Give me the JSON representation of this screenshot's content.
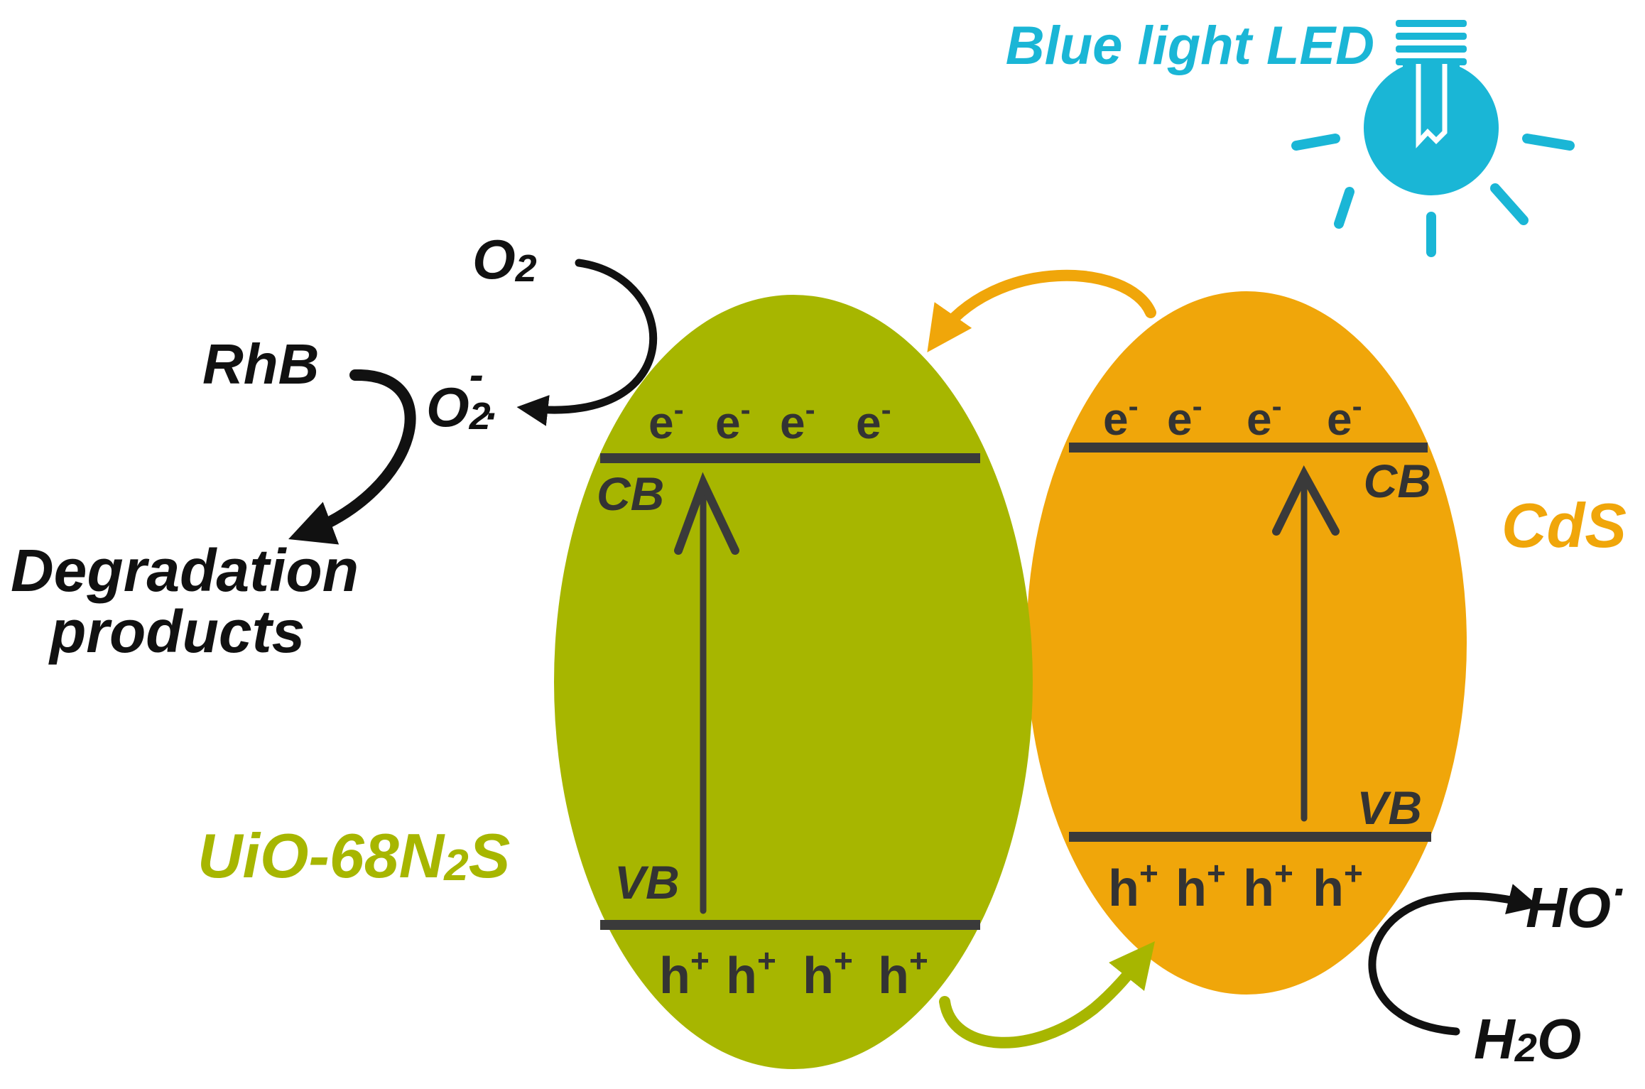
{
  "light": {
    "label": "Blue light LED",
    "color": "#1ab6d6",
    "icon": "light-bulb-icon"
  },
  "uio": {
    "name_main": "UiO-68N",
    "name_sub": "2",
    "name_end": "S",
    "color": "#a7b600",
    "cb_label": "CB",
    "vb_label": "VB",
    "electrons": [
      "e",
      "e",
      "e",
      "e"
    ],
    "holes": [
      "h",
      "h",
      "h",
      "h"
    ]
  },
  "cds": {
    "name": "CdS",
    "color": "#f0a60a",
    "cb_label": "CB",
    "vb_label": "VB",
    "electrons": [
      "e",
      "e",
      "e",
      "e"
    ],
    "holes": [
      "h",
      "h",
      "h",
      "h"
    ]
  },
  "charges": {
    "electron_sign": "-",
    "hole_sign": "+"
  },
  "reactions": {
    "o2_main": "O",
    "o2_sub": "2",
    "superoxide_main": "O",
    "superoxide_sub": "2",
    "superoxide_sup": "-",
    "superoxide_dot": "·",
    "rhb": "RhB",
    "degradation_line1": "Degradation",
    "degradation_line2": "products",
    "hydroxyl": "HO",
    "hydroxyl_dot": "·",
    "water_main": "H",
    "water_sub": "2",
    "water_end": "O"
  },
  "colors": {
    "band_line": "#3a3a3a",
    "text": "#111111",
    "band_text": "#333333"
  }
}
